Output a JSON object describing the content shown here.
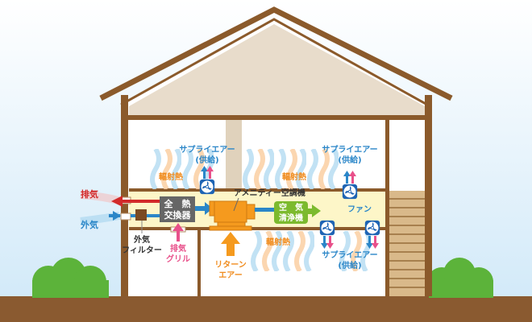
{
  "labels": {
    "exhaust": "排気",
    "outside_air": "外気",
    "outside_filter": [
      "外気",
      "フィルター"
    ],
    "heat_exchanger": [
      "全　熱",
      "交換器"
    ],
    "exhaust_grille": [
      "排気",
      "グリル"
    ],
    "amenity_ac": "アメニティー空調機",
    "return_air": [
      "リターン",
      "エアー"
    ],
    "air_purifier": [
      "空　気",
      "清浄機"
    ],
    "fan": "ファン",
    "radiant_heat": "輻射熱",
    "supply_air": [
      "サプライエアー",
      "(供給)"
    ]
  },
  "colors": {
    "sky": "#dceefa",
    "wood": "#8b5a2b",
    "ground": "#8a5a30",
    "duct": "#fdf6c8",
    "blue": "#2a86c8",
    "red": "#d22a2a",
    "pink": "#e8508a",
    "orange": "#f59a1e",
    "green": "#7cba2e"
  }
}
